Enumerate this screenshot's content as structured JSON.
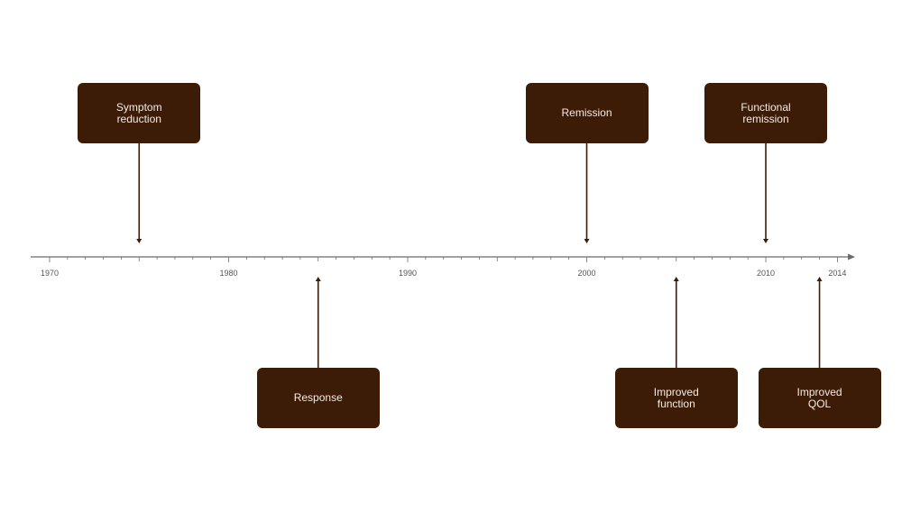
{
  "timeline": {
    "start_year": 1970,
    "end_year": 2014,
    "tick_labels": [
      "1970",
      "1980",
      "1990",
      "2000",
      "2010",
      "2014"
    ],
    "axis_color": "#6b6b6b",
    "box_color": "#3d1c07",
    "connector_color": "#3d1c07"
  },
  "events": [
    {
      "label": "Symptom\nreduction",
      "year": 1975,
      "side": "above"
    },
    {
      "label": "Remission",
      "year": 2000,
      "side": "above"
    },
    {
      "label": "Functional\nremission",
      "year": 2010,
      "side": "above"
    },
    {
      "label": "Response",
      "year": 1985,
      "side": "below"
    },
    {
      "label": "Improved\nfunction",
      "year": 2005,
      "side": "below"
    },
    {
      "label": "Improved\nQOL",
      "year": 2013,
      "side": "below"
    }
  ]
}
